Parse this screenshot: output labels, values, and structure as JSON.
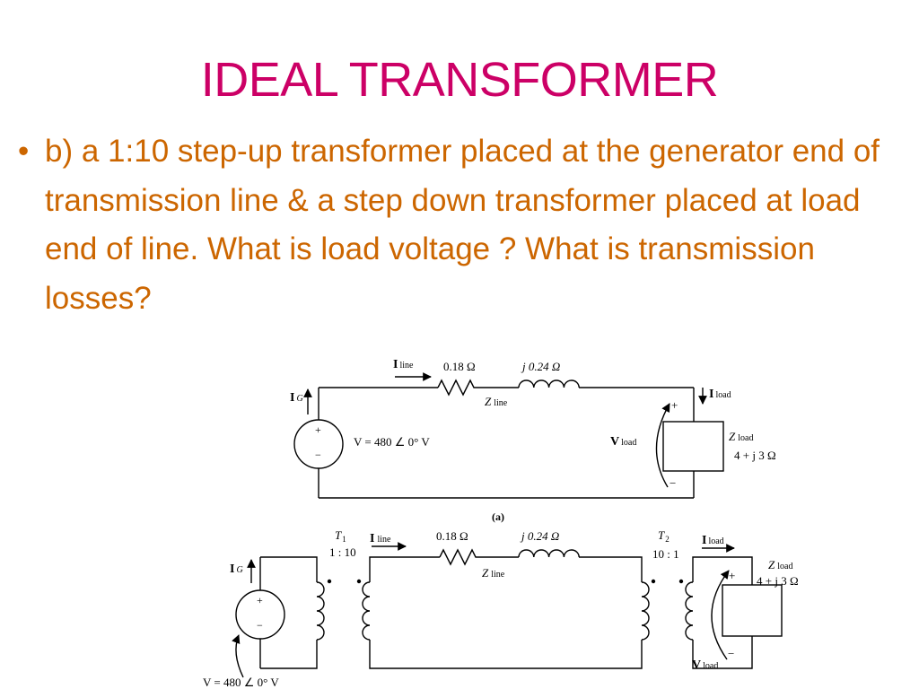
{
  "slide": {
    "title": "IDEAL TRANSFORMER",
    "bullet_glyph": "•",
    "bullet_text": "b) a 1:10 step-up transformer placed at the generator end of transmission line & a step down transformer placed at load end of line. What is load voltage ? What is transmission losses?"
  },
  "circuit_a": {
    "i_line": "I",
    "i_line_sub": "line",
    "r_label": "0.18 Ω",
    "x_label": "j 0.24 Ω",
    "z_line": "Z",
    "z_line_sub": "line",
    "i_load": "I",
    "i_load_sub": "load",
    "i_g": "I",
    "i_g_sub": "G",
    "plus": "+",
    "minus": "−",
    "source_voltage": "V = 480 ∠ 0° V",
    "v_load": "V",
    "v_load_sub": "load",
    "z_load": "Z",
    "z_load_sub": "load",
    "z_load_value": "4 + j 3 Ω",
    "caption": "(a)"
  },
  "circuit_b": {
    "t1": "T",
    "t1_sub": "1",
    "t1_ratio": "1 : 10",
    "i_line": "I",
    "i_line_sub": "line",
    "r_label": "0.18 Ω",
    "x_label": "j 0.24 Ω",
    "z_line": "Z",
    "z_line_sub": "line",
    "t2": "T",
    "t2_sub": "2",
    "t2_ratio": "10 : 1",
    "i_load": "I",
    "i_load_sub": "load",
    "z_load": "Z",
    "z_load_sub": "load",
    "z_load_value": "4 + j 3 Ω",
    "i_g": "I",
    "i_g_sub": "G",
    "plus": "+",
    "minus": "−",
    "source_voltage": "V = 480 ∠ 0° V",
    "v_load": "V",
    "v_load_sub": "load"
  }
}
